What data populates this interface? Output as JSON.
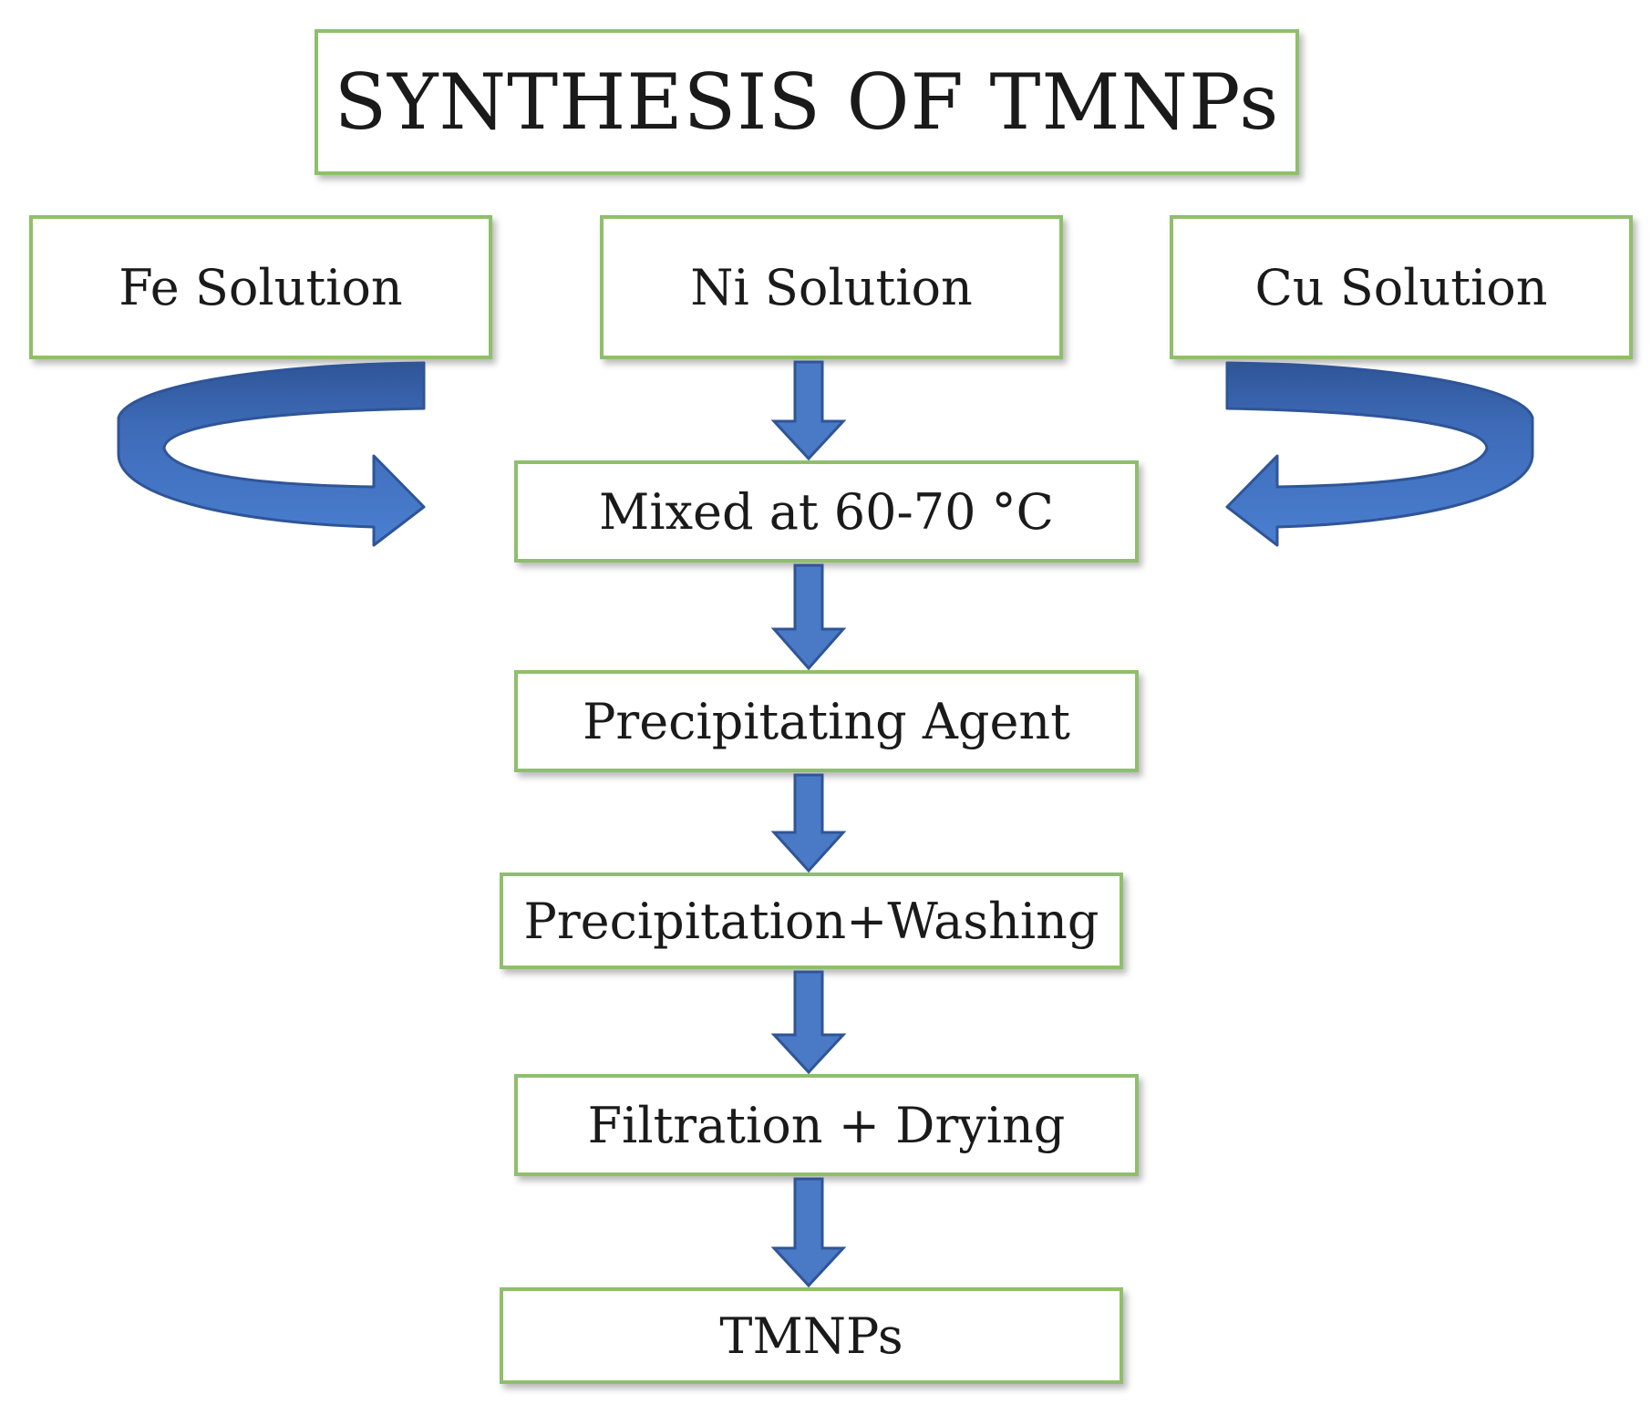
{
  "title": "SYNTHESIS OF TMNPs",
  "sources": [
    {
      "id": "fe",
      "label": "Fe Solution"
    },
    {
      "id": "ni",
      "label": "Ni Solution"
    },
    {
      "id": "cu",
      "label": "Cu Solution"
    }
  ],
  "steps": [
    {
      "id": "mixed",
      "label": "Mixed at 60-70 °C"
    },
    {
      "id": "precipitating-agent",
      "label": "Precipitating Agent"
    },
    {
      "id": "precipitation-washing",
      "label": "Precipitation+Washing"
    },
    {
      "id": "filtration-drying",
      "label": "Filtration + Drying"
    },
    {
      "id": "tmnps",
      "label": "TMNPs"
    }
  ],
  "colors": {
    "box_border": "#8fbf6a",
    "arrow_fill": "#4a79c6",
    "arrow_stroke": "#2f5597",
    "text": "#1a1a1a"
  }
}
